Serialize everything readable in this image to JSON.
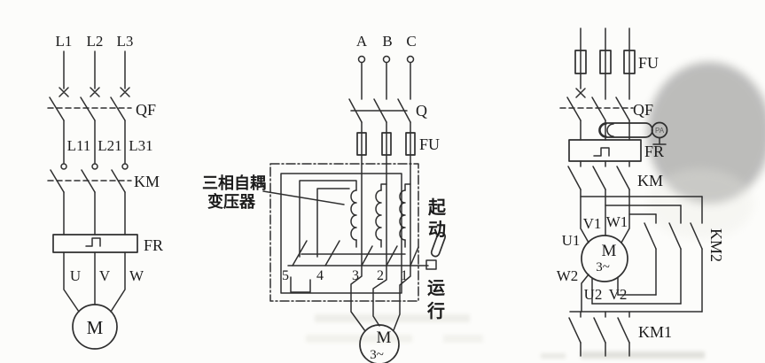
{
  "colors": {
    "background": "#fcfcfa",
    "line": "#2f2f2f",
    "text": "#1c1c1c",
    "watermark": "#d8d8d2"
  },
  "left": {
    "phases": [
      "L1",
      "L2",
      "L3"
    ],
    "breaker": "QF",
    "wires": [
      "L11",
      "L21",
      "L31"
    ],
    "contactor": "KM",
    "relay": "FR",
    "terminals": [
      "U",
      "V",
      "W"
    ],
    "motor": "M"
  },
  "middle": {
    "phases": [
      "A",
      "B",
      "C"
    ],
    "switch": "Q",
    "fuse": "FU",
    "transformer_label": [
      "三相自耦",
      "变压器"
    ],
    "taps": [
      "5",
      "4",
      "3",
      "2",
      "1"
    ],
    "start": [
      "起",
      "动"
    ],
    "run": [
      "运",
      "行"
    ],
    "motor": "M",
    "motor_type": "3~"
  },
  "right": {
    "fuse": "FU",
    "breaker": "QF",
    "ammeter": "PA",
    "relay": "FR",
    "contactor": "KM",
    "terminals_top": [
      "V1",
      "W1",
      "U1"
    ],
    "terminals_bottom": [
      "W2",
      "U2",
      "V2"
    ],
    "motor": "M",
    "motor_type": "3~",
    "contactor_star": "KM1",
    "contactor_delta": "KM2"
  }
}
